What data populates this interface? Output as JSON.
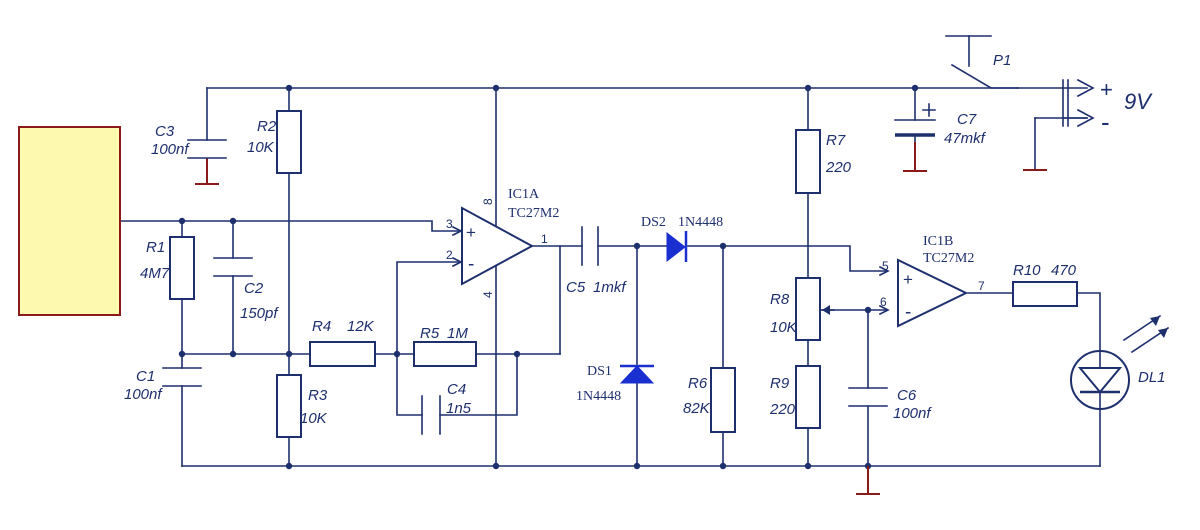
{
  "components": {
    "c1": {
      "ref": "C1",
      "value": "100nf"
    },
    "c2": {
      "ref": "C2",
      "value": "150pf"
    },
    "c3": {
      "ref": "C3",
      "value": "100nf"
    },
    "c4": {
      "ref": "C4",
      "value": "1n5"
    },
    "c5": {
      "ref": "C5",
      "value": "1mkf"
    },
    "c6": {
      "ref": "C6",
      "value": "100nf"
    },
    "c7": {
      "ref": "C7",
      "value": "47mkf"
    },
    "r1": {
      "ref": "R1",
      "value": "4M7"
    },
    "r2": {
      "ref": "R2",
      "value": "10K"
    },
    "r3": {
      "ref": "R3",
      "value": "10K"
    },
    "r4": {
      "ref": "R4",
      "value": "12K"
    },
    "r5": {
      "ref": "R5",
      "value": "1M"
    },
    "r6": {
      "ref": "R6",
      "value": "82K"
    },
    "r7": {
      "ref": "R7",
      "value": "220"
    },
    "r8": {
      "ref": "R8",
      "value": "10K"
    },
    "r9": {
      "ref": "R9",
      "value": "220"
    },
    "r10": {
      "ref": "R10",
      "value": "470"
    },
    "ds1": {
      "ref": "DS1",
      "value": "1N4448"
    },
    "ds2": {
      "ref": "DS2",
      "value": "1N4448"
    },
    "ic1a": {
      "ref": "IC1A",
      "value": "TC27M2"
    },
    "ic1b": {
      "ref": "IC1B",
      "value": "TC27M2"
    },
    "dl1": {
      "ref": "DL1"
    },
    "p1": {
      "ref": "P1"
    }
  },
  "pins": {
    "ic1a": {
      "in_plus": "3",
      "in_minus": "2",
      "out": "1",
      "vplus": "8",
      "vminus": "4"
    },
    "ic1b": {
      "in_plus": "5",
      "in_minus": "6",
      "out": "7"
    }
  },
  "signs": {
    "plus": "+",
    "minus": "-"
  },
  "power": {
    "plus": "+",
    "minus": "-",
    "voltage": "9V"
  },
  "colors": {
    "wire": "#1e2f6e",
    "ground": "#8b1a1a",
    "sensor_fill": "#fdfab0",
    "sensor_border": "#8b1a1a",
    "diode_fill": "#1a2fd0"
  }
}
